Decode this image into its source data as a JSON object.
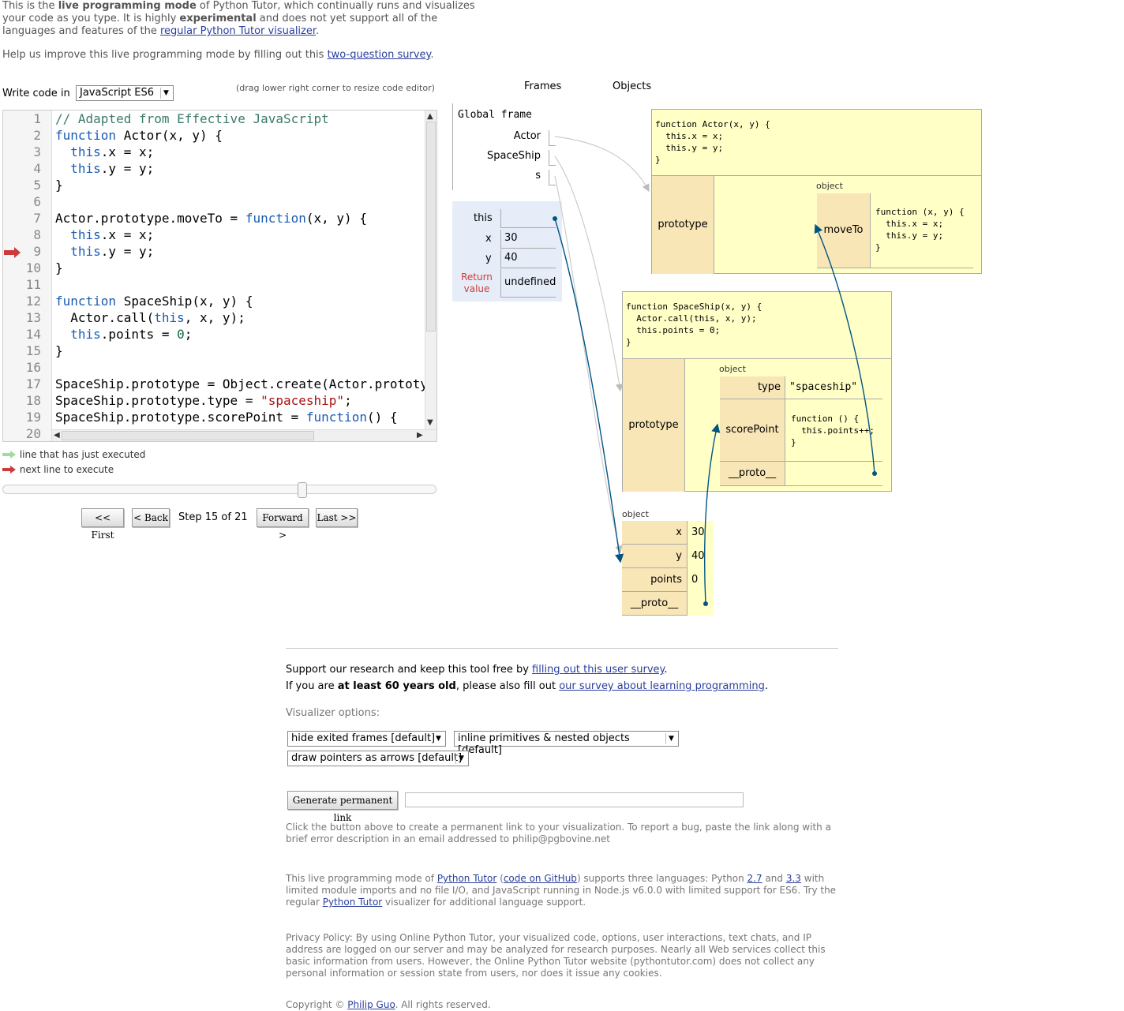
{
  "intro": {
    "p1": "This is the ",
    "b1": "live programming mode",
    "p2": " of Python Tutor, which continually runs and visualizes your code as you type. It is highly ",
    "b2": "experimental",
    "p3": " and does not yet support all of the languages and features of the ",
    "link": "regular Python Tutor visualizer",
    "p4": "."
  },
  "survey1": {
    "text": "Help us improve this live programming mode by filling out this ",
    "link": "two-question survey",
    "end": "."
  },
  "editor": {
    "write_label": "Write code in",
    "language": "JavaScript ES6",
    "resize_hint": "(drag lower right corner to resize code editor)",
    "lines": [
      {
        "n": "1",
        "t": "// Adapted from Effective JavaScript"
      },
      {
        "n": "2",
        "t": "function Actor(x, y) {"
      },
      {
        "n": "3",
        "t": "  this.x = x;"
      },
      {
        "n": "4",
        "t": "  this.y = y;"
      },
      {
        "n": "5",
        "t": "}"
      },
      {
        "n": "6",
        "t": ""
      },
      {
        "n": "7",
        "t": "Actor.prototype.moveTo = function(x, y) {"
      },
      {
        "n": "8",
        "t": "  this.x = x;"
      },
      {
        "n": "9",
        "t": "  this.y = y;"
      },
      {
        "n": "10",
        "t": "}"
      },
      {
        "n": "11",
        "t": ""
      },
      {
        "n": "12",
        "t": "function SpaceShip(x, y) {"
      },
      {
        "n": "13",
        "t": "  Actor.call(this, x, y);"
      },
      {
        "n": "14",
        "t": "  this.points = 0;"
      },
      {
        "n": "15",
        "t": "}"
      },
      {
        "n": "16",
        "t": ""
      },
      {
        "n": "17",
        "t": "SpaceShip.prototype = Object.create(Actor.prototy"
      },
      {
        "n": "18",
        "t": "SpaceShip.prototype.type = \"spaceship\";"
      },
      {
        "n": "19",
        "t": "SpaceShip.prototype.scorePoint = function() {"
      },
      {
        "n": "20",
        "t": ""
      }
    ]
  },
  "legend": {
    "executed": "line that has just executed",
    "next": "next line to execute"
  },
  "nav": {
    "first": "<< First",
    "back": "< Back",
    "step": "Step 15 of 21",
    "forward": "Forward >",
    "last": "Last >>"
  },
  "progress": {
    "step": 15,
    "total": 21
  },
  "viz": {
    "frames_header": "Frames",
    "objects_header": "Objects",
    "global_frame": "Global frame",
    "globals": [
      "Actor",
      "SpaceShip",
      "s"
    ],
    "fn_frame": {
      "this": "this",
      "x_label": "x",
      "x_val": "30",
      "y_label": "y",
      "y_val": "40",
      "ret_label": "Return value",
      "ret_val": "undefined"
    },
    "actor_fn": "function Actor(x, y) {\n  this.x = x;\n  this.y = y;\n}",
    "actor_proto_key": "prototype",
    "actor_obj_label": "object",
    "moveto_key": "moveTo",
    "moveto_fn": "function (x, y) {\n  this.x = x;\n  this.y = y;\n}",
    "spaceship_fn": "function SpaceShip(x, y) {\n  Actor.call(this, x, y);\n  this.points = 0;\n}",
    "ss_proto_key": "prototype",
    "ss_obj_label": "object",
    "type_key": "type",
    "type_val": "\"spaceship\"",
    "scorepoint_key": "scorePoint",
    "scorepoint_fn": "function () {\n  this.points++;\n}",
    "proto_key": "__proto__",
    "s_obj_label": "object",
    "s_x_key": "x",
    "s_x_val": "30",
    "s_y_key": "y",
    "s_y_val": "40",
    "s_points_key": "points",
    "s_points_val": "0",
    "s_proto_key": "__proto__"
  },
  "footer": {
    "support1": "Support our research and keep this tool free by ",
    "support1_link": "filling out this user survey",
    "support1_end": ".",
    "support2a": "If you are ",
    "support2b": "at least 60 years old",
    "support2c": ", please also fill out ",
    "support2_link": "our survey about learning programming",
    "support2_end": ".",
    "options_label": "Visualizer options:",
    "opt1": "hide exited frames [default]",
    "opt2": "inline primitives & nested objects [default]",
    "opt3": "draw pointers as arrows [default]",
    "gen_btn": "Generate permanent link",
    "perm_link_value": "",
    "help": "Click the button above to create a permanent link to your visualization. To report a bug, paste the link along with a brief error description in an email addressed to philip@pgbovine.net",
    "about_a": "This live programming mode of ",
    "about_link1": "Python Tutor",
    "about_b": " (",
    "about_link2": "code on GitHub",
    "about_c": ") supports three languages: Python ",
    "about_link3": "2.7",
    "about_d": " and ",
    "about_link4": "3.3",
    "about_e": " with limited module imports and no file I/O, and JavaScript running in Node.js v6.0.0 with limited support for ES6. Try the regular ",
    "about_link5": "Python Tutor",
    "about_f": " visualizer for additional language support.",
    "privacy": "Privacy Policy: By using Online Python Tutor, your visualized code, options, user interactions, text chats, and IP address are logged on our server and may be analyzed for research purposes. Nearly all Web services collect this basic information from users. However, the Online Python Tutor website (pythontutor.com) does not collect any personal information or session state from users, nor does it issue any cookies.",
    "copy_a": "Copyright © ",
    "copy_link": "Philip Guo",
    "copy_b": ". All rights reserved."
  },
  "colors": {
    "arrow": "#005583",
    "light_arrow": "#cccccc",
    "object_bg": "#ffffc6",
    "key_bg": "#f8e6b6",
    "frame_bg": "#e6edf8",
    "next_arrow": "#d03939",
    "exec_arrow": "#a0dba0"
  },
  "icons": [
    "next-line-arrow-icon",
    "executed-line-arrow-icon",
    "dropdown-arrow-icon",
    "scroll-up-icon",
    "scroll-down-icon",
    "scroll-left-icon",
    "scroll-right-icon"
  ]
}
